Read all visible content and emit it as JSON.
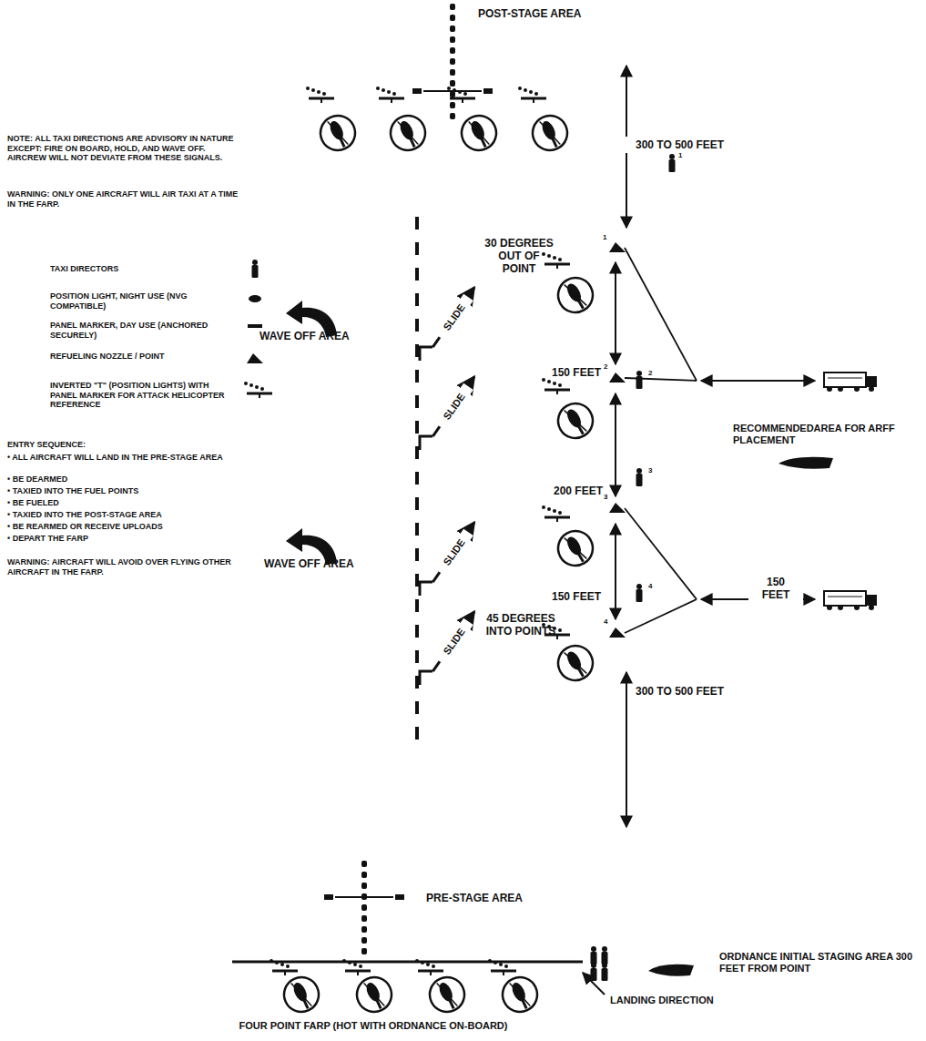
{
  "diagram": {
    "caption": "FOUR POINT FARP (HOT WITH ORDNANCE ON-BOARD)",
    "labels": [
      "POST-STAGE AREA",
      "NOTE: ALL TAXI DIRECTIONS ARE ADVISORY IN NATURE EXCEPT: FIRE ON BOARD, HOLD, AND WAVE OFF. AIRCREW WILL NOT DEVIATE FROM THESE SIGNALS.",
      "WARNING: ONLY ONE AIRCRAFT WILL AIR TAXI AT A TIME IN THE FARP.",
      "300 TO 500 FEET",
      "1",
      "30 DEGREES OUT OF POINT",
      "1",
      "WAVE OFF AREA",
      "SLIDE",
      "150 FEET",
      "2",
      "2",
      "SLIDE",
      "200 FEET",
      "3",
      "RECOMMENDEDAREA FOR ARFF PLACEMENT",
      "3",
      "WAVE OFF AREA",
      "SLIDE",
      "150 FEET",
      "4",
      "150 FEET",
      "4",
      "45 DEGREES INTO POINTS",
      "SLIDE",
      "300 TO 500 FEET",
      "ENTRY SEQUENCE:",
      "• ALL AIRCRAFT WILL LAND IN THE PRE-STAGE AREA",
      "• BE DEARMED",
      "• TAXIED INTO THE FUEL POINTS",
      "• BE FUELED",
      "• TAXIED INTO THE POST-STAGE AREA",
      "• BE REARMED OR RECEIVE UPLOADS",
      "• DEPART THE FARP",
      "WARNING: AIRCRAFT WILL AVOID OVER FLYING OTHER AIRCRAFT IN THE FARP.",
      "PRE-STAGE AREA",
      "ORDNANCE INITIAL STAGING AREA 300 FEET FROM POINT",
      "LANDING DIRECTION"
    ],
    "legend": [
      {
        "text": "TAXI DIRECTORS"
      },
      {
        "text": "POSITION LIGHT, NIGHT USE (NVG COMPATIBLE)"
      },
      {
        "text": "PANEL MARKER, DAY USE (ANCHORED SECURELY)"
      },
      {
        "text": "REFUELING NOZZLE / POINT"
      },
      {
        "text": "INVERTED \"T\" (POSITION LIGHTS) WITH PANEL MARKER FOR ATTACK HELICOPTER REFERENCE"
      }
    ]
  }
}
